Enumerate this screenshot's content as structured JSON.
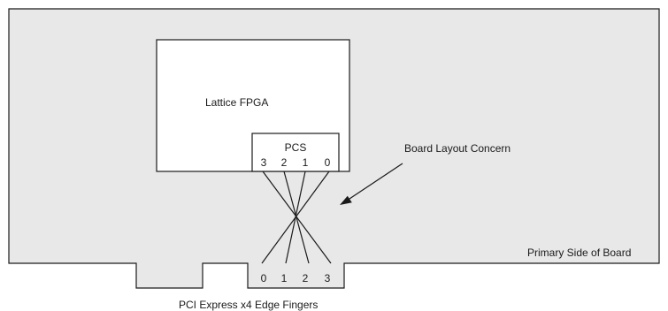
{
  "diagram": {
    "fpga_label": "Lattice FPGA",
    "pcs_label": "PCS",
    "pcs_lanes": [
      "3",
      "2",
      "1",
      "0"
    ],
    "edge_lanes": [
      "0",
      "1",
      "2",
      "3"
    ],
    "concern_label": "Board Layout Concern",
    "board_label": "Primary Side of Board",
    "edge_fingers_label": "PCI Express x4 Edge Fingers"
  },
  "colors": {
    "board_fill": "#e8e8e8",
    "fpga_fill": "#ffffff",
    "stroke": "#1a1a1a"
  }
}
